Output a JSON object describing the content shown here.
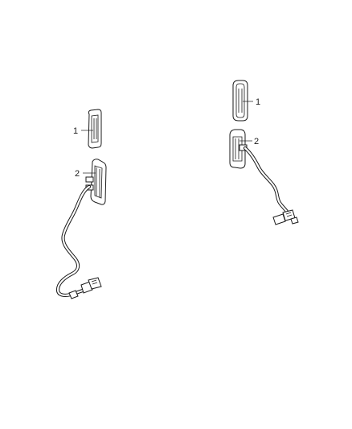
{
  "left_assembly": {
    "callout_lamp": "1",
    "callout_bracket": "2"
  },
  "right_assembly": {
    "callout_lamp": "1",
    "callout_bracket": "2"
  }
}
